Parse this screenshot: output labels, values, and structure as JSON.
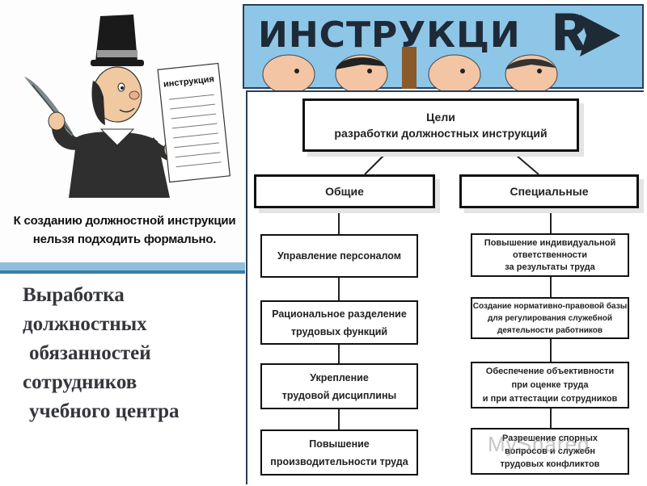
{
  "cartoon": {
    "document_label": "инструкция",
    "caption_line1": "К созданию должностной инструкции",
    "caption_line2": "нельзя подходить формально."
  },
  "banner": {
    "word": "ИНСТРУКЦИ",
    "last_letter": "Я"
  },
  "title": {
    "line1": "Выработка",
    "line2": "должностных",
    "line3": "обязанностей",
    "line4": "сотрудников",
    "line5": "учебного центра"
  },
  "diagram": {
    "root_line1": "Цели",
    "root_line2": "разработки должностных инструкций",
    "left_header": "Общие",
    "right_header": "Специальные",
    "left_items": [
      {
        "line1": "Управление персоналом",
        "line2": ""
      },
      {
        "line1": "Рациональное разделение",
        "line2": "трудовых функций"
      },
      {
        "line1": "Укрепление",
        "line2": "трудовой  дисциплины"
      },
      {
        "line1": "Повышение",
        "line2": "производительности труда"
      }
    ],
    "right_items": [
      {
        "line1": "Повышение индивидуальной",
        "line2": "ответственности",
        "line3": "за результаты труда"
      },
      {
        "line1": "Создание нормативно-правовой базы",
        "line2": "для регулирования служебной",
        "line3": "деятельности работников"
      },
      {
        "line1": "Обеспечение объективности",
        "line2": "при оценке труда",
        "line3": "и при аттестации сотрудников"
      },
      {
        "line1": "Разрешение спорных",
        "line2": "вопросов и служебн",
        "line3": "трудовых конфликтов"
      }
    ]
  },
  "watermark": "MyShared",
  "colors": {
    "banner_sky": "#8ec6e8",
    "strip": "#8fbfdc",
    "title_text": "#34363b"
  }
}
